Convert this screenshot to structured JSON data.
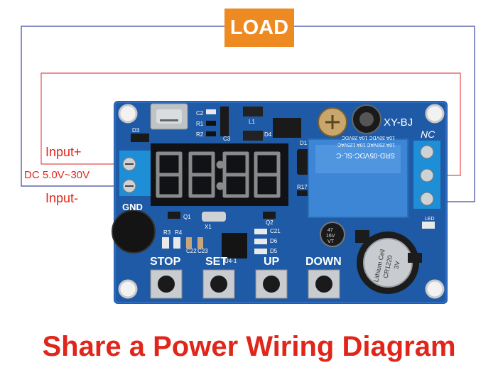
{
  "load_label": "LOAD",
  "footer_title": "Share a Power Wiring Diagram",
  "input_plus": "Input+",
  "input_minus": "Input-",
  "voltage": "DC 5.0V~30V",
  "board": {
    "model": "XY-BJ",
    "nc": "NC",
    "gnd": "GND",
    "relay_line1": "SRD-05VDC-SL-C",
    "relay_line2": "10A 250VAC   10A 125VAC",
    "relay_line3": "10A 30VDC   10A 28VDC",
    "led": "LED",
    "battery_line1": "Lithium Cell",
    "battery_line2": "CR1220",
    "battery_line3": "3V",
    "cap_line1": "47",
    "cap_line2": "16V",
    "cap_line3": "VT",
    "components": [
      "C2",
      "R1",
      "R2",
      "L1",
      "D4",
      "C3",
      "D3",
      "D1",
      "R17",
      "Q1",
      "Q2",
      "X1",
      "R3",
      "R4",
      "U4-1",
      "C21",
      "D6",
      "D5",
      "C22",
      "C23"
    ]
  },
  "buttons": [
    {
      "label": "STOP"
    },
    {
      "label": "SET"
    },
    {
      "label": "UP"
    },
    {
      "label": "DOWN"
    }
  ],
  "colors": {
    "board": "#1f5aa6",
    "relay": "#3d86d6",
    "red_wire": "#e84a4a",
    "blue_wire": "#3a4a9a",
    "load_box": "#ee8a22",
    "title_red": "#e0261b"
  }
}
